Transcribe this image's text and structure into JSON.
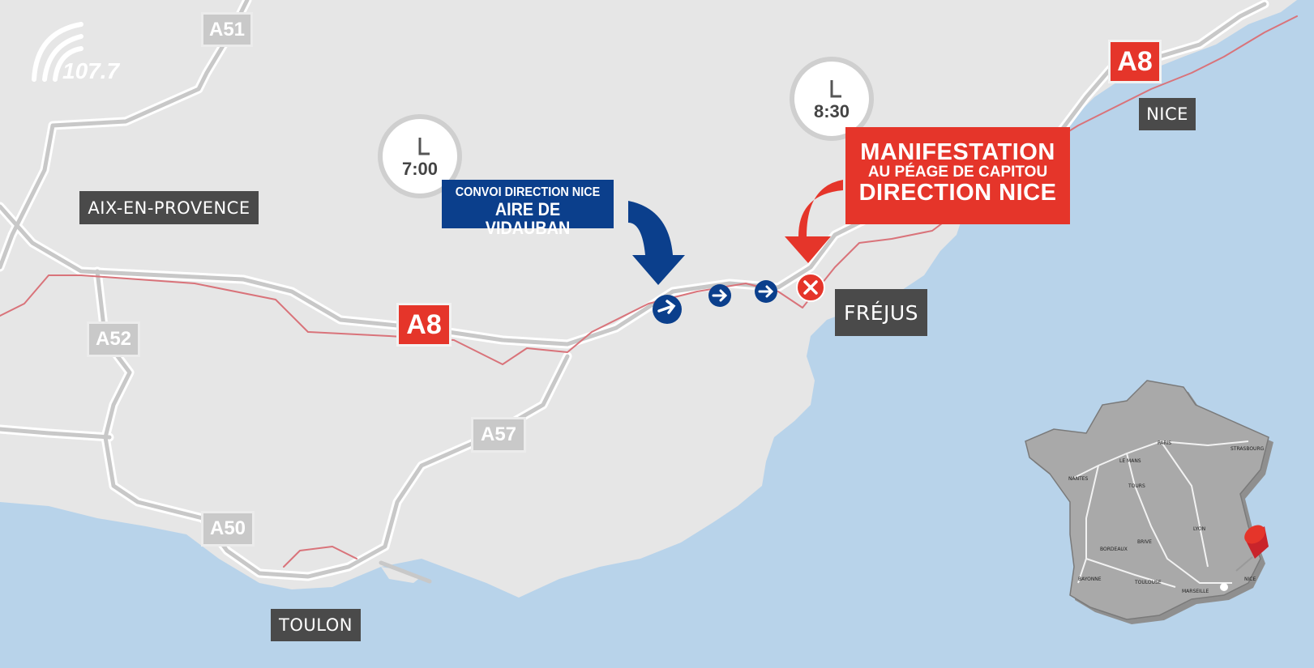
{
  "logo": {
    "text": "107.7",
    "icon": "radio-wave-logo-icon"
  },
  "cities": {
    "aix": "AIX-EN-PROVENCE",
    "frejus": "FRÉJUS",
    "nice": "NICE",
    "toulon": "TOULON"
  },
  "roads": {
    "a51": "A51",
    "a52": "A52",
    "a57": "A57",
    "a50": "A50",
    "a8_main": "A8",
    "a8_east": "A8"
  },
  "convoy": {
    "line1": "CONVOI DIRECTION NICE",
    "line2": "AIRE DE VIDAUBAN",
    "time": "7:00"
  },
  "protest": {
    "line1": "MANIFESTATION",
    "line2": "AU PÉAGE  DE CAPITOU",
    "line3": "DIRECTION NICE",
    "time": "8:30"
  },
  "inset_map": {
    "cities": [
      "PARIS",
      "STRASBOURG",
      "LE MANS",
      "NANTES",
      "TOURS",
      "LYON",
      "BRIVE",
      "BORDEAUX",
      "BAYONNE",
      "TOULOUSE",
      "MARSEILLE",
      "NICE"
    ]
  },
  "colors": {
    "land": "#e6e6e6",
    "sea": "#b8d3ea",
    "convoy_blue": "#0b3f8c",
    "alert_red": "#e5352a",
    "city_label_bg": "#4a4a4a",
    "road_label_grey": "#c9c9c9"
  }
}
